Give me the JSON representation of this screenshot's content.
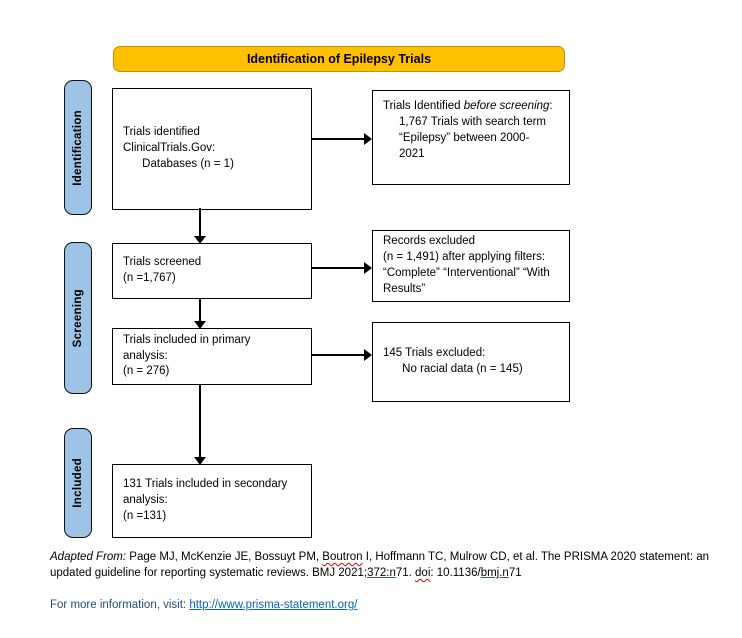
{
  "title_banner": {
    "label": "Identification of Epilepsy Trials",
    "bg_color": "#FFC000"
  },
  "sidebar": {
    "bg_color": "#9DC3E6",
    "stages": [
      {
        "label": "Identification"
      },
      {
        "label": "Screening"
      },
      {
        "label": "Included"
      }
    ]
  },
  "flowchart": {
    "main_boxes": [
      {
        "id": "trials-identified",
        "text": "Trials identified\nClinicalTrials.Gov:\n      Databases (n = 1)"
      },
      {
        "id": "trials-screened",
        "text": "Trials screened\n(n =1,767)"
      },
      {
        "id": "primary-analysis",
        "text": "Trials included in primary\nanalysis:\n(n = 276)"
      },
      {
        "id": "secondary-analysis",
        "text": "131 Trials included in secondary\nanalysis:\n(n =131)"
      }
    ],
    "side_boxes": [
      {
        "id": "identified-before-screening",
        "line1_prefix": "Trials Identified ",
        "line1_italic": "before screening",
        "line1_suffix": ":",
        "body": "1,767 Trials with search term\n“Epilepsy” between 2000-\n2021"
      },
      {
        "id": "records-excluded",
        "text": "Records excluded\n(n = 1,491) after applying filters:\n“Complete” “Interventional” “With\nResults”"
      },
      {
        "id": "trials-excluded-no-racial-data",
        "text": "145 Trials excluded:\n      No racial data (n = 145)"
      }
    ]
  },
  "footer": {
    "adapted_from_label": "Adapted From:",
    "citation_part1": "  Page MJ, McKenzie JE, Bossuyt PM, ",
    "spellcheck_word1": "Boutron",
    "citation_part2": " I, Hoffmann TC, Mulrow CD, et al. The PRISMA 2020 statement: an updated guideline for reporting systematic reviews. BMJ 2021;",
    "link_fragment1": "372:n",
    "citation_part3": "71. ",
    "spellcheck_word2": "doi",
    "citation_part4": ": 10.1136/",
    "link_fragment2": "bmj.n",
    "citation_part5": "71",
    "more_info_label": "For more information, visit: ",
    "more_info_url": "http://www.prisma-statement.org/",
    "link_color": "#0563C1",
    "info_label_color": "#1F4E79"
  }
}
